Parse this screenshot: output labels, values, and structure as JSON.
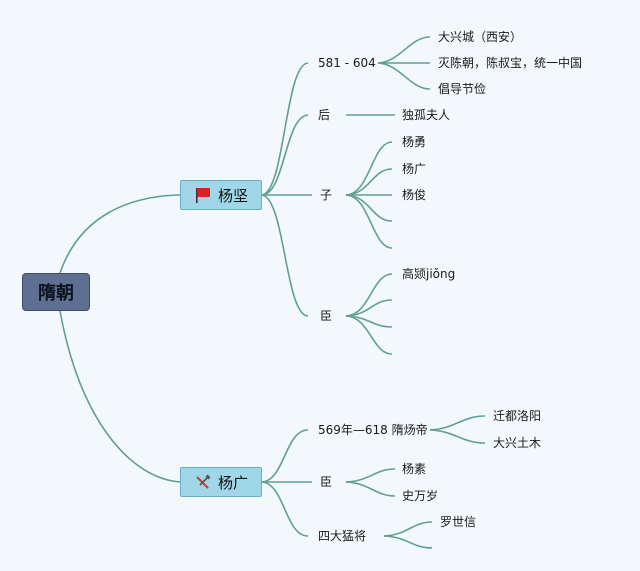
{
  "root": {
    "label": "隋朝"
  },
  "yangjian": {
    "label": "杨坚",
    "reign": {
      "label": "581 - 604",
      "items": [
        "大兴城（西安）",
        "灭陈朝，陈叔宝，统一中国",
        "倡导节俭"
      ]
    },
    "empress": {
      "label": "后",
      "items": [
        "独孤夫人"
      ]
    },
    "sons": {
      "label": "子",
      "items": [
        "杨勇",
        "杨广",
        "杨俊",
        "",
        ""
      ]
    },
    "ministers": {
      "label": "臣",
      "items": [
        "高颎jiǒng",
        "",
        "",
        ""
      ]
    }
  },
  "yangguang": {
    "label": "杨广",
    "reign": {
      "label": "569年—618 隋炀帝",
      "items": [
        "迁都洛阳",
        "大兴土木"
      ]
    },
    "ministers": {
      "label": "臣",
      "items": [
        "杨素",
        "史万岁"
      ]
    },
    "generals": {
      "label": "四大猛将",
      "items": [
        "罗世信",
        ""
      ]
    }
  },
  "colors": {
    "line": "#5f9f94",
    "root_fill": "#5f6f92",
    "main_fill": "#9fd6e8",
    "flag": "#e02020",
    "tools": "#d23a2a"
  },
  "icons": {
    "yangjian": "flag-icon",
    "yangguang": "tools-icon"
  }
}
